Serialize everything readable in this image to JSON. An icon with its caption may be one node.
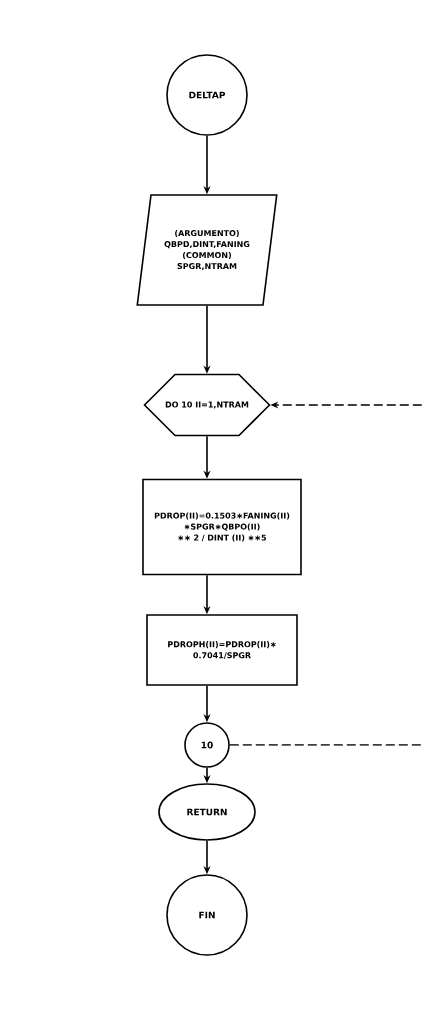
{
  "diagram": {
    "nodes": [
      {
        "text": [
          "DELTAP"
        ]
      },
      {
        "text": [
          "(ARGUMENTO) QBPD,DINT,FANING",
          "(COMMON) SPGR,NTRAM"
        ]
      },
      {
        "text": [
          "DO 10 II=1,NTRAM"
        ]
      },
      {
        "text": [
          "PDROP(II)=0.1503∗FANING(II) ∗SPGR∗QBPO(II) ∗∗ 2 / DINT (II) ∗∗5"
        ]
      },
      {
        "text": [
          "PDROPH(II)=PDROP(II)∗ 0.7041/SPGR"
        ]
      },
      {
        "text": [
          "10"
        ]
      },
      {
        "text": [
          "RETURN"
        ]
      },
      {
        "text": [
          "FIN"
        ]
      }
    ],
    "edges": [
      {
        "from": 0,
        "to": 1,
        "arrow": "to"
      },
      {
        "from": 1,
        "to": 2,
        "arrow": "to"
      },
      {
        "from": 2,
        "to": 3,
        "arrow": "to"
      },
      {
        "from": 3,
        "to": 4,
        "arrow": "to"
      },
      {
        "from": 4,
        "to": 5,
        "arrow": "to"
      },
      {
        "from": 5,
        "to": 6,
        "arrow": "to"
      },
      {
        "from": 6,
        "to": 7,
        "arrow": "to"
      },
      {
        "from": 5,
        "to": 2,
        "arrow": "to",
        "style": "dashed"
      }
    ]
  }
}
